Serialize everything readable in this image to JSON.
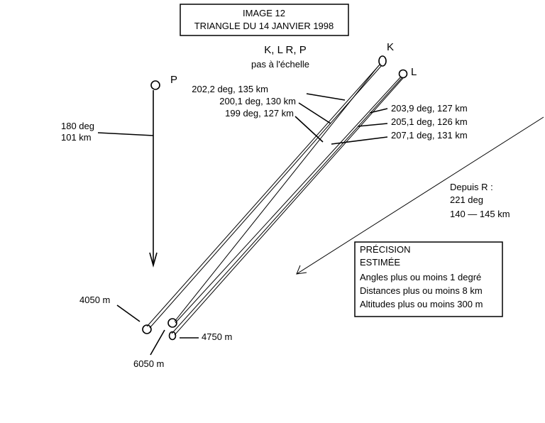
{
  "title": {
    "line1": "IMAGE 12",
    "line2": "TRIANGLE DU 14 JANVIER 1998"
  },
  "subtitle": {
    "points": "K, L R, P",
    "note": "pas à l'échelle"
  },
  "points": {
    "K": "K",
    "L": "L",
    "P": "P"
  },
  "p_track": {
    "angle": "180 deg",
    "distance": "101 km"
  },
  "k_tracks": [
    "202,2 deg, 135 km",
    "200,1 deg, 130 km",
    "199 deg, 127 km"
  ],
  "l_tracks": [
    "203,9 deg, 127 km",
    "205,1 deg, 126 km",
    "207,1 deg, 131 km"
  ],
  "r_track": {
    "label": "Depuis R :",
    "angle": "221 deg",
    "distance": "140 — 145 km"
  },
  "altitudes": {
    "a": "4050 m",
    "b": "6050 m",
    "c": "4750 m"
  },
  "precision": {
    "title1": "PRÉCISION",
    "title2": "ESTIMÉE",
    "lines": [
      "Angles plus ou moins 1 degré",
      "Distances plus ou moins 8 km",
      "Altitudes plus ou moins 300 m"
    ]
  }
}
